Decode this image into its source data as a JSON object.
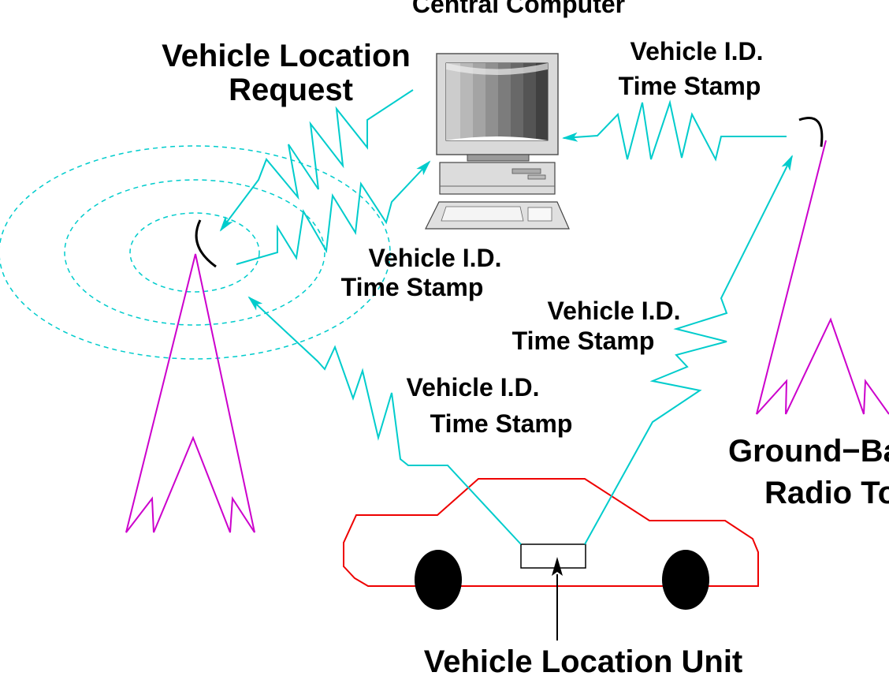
{
  "labels": {
    "central_computer": "Central Computer",
    "location_request_line1": "Vehicle Location",
    "location_request_line2": "Request",
    "tower_link_id": "Vehicle I.D.",
    "tower_link_ts": "Time Stamp",
    "left_return_id": "Vehicle I.D.",
    "left_return_ts": "Time Stamp",
    "car_right_id": "Vehicle I.D.",
    "car_right_ts": "Time Stamp",
    "car_left_id": "Vehicle I.D.",
    "car_left_ts": "Time Stamp",
    "ground_based_line1": "Ground−Based",
    "ground_based_line2": "Radio Towers",
    "vehicle_location_unit": "Vehicle Location Unit"
  },
  "colors": {
    "signal": "#00cccc",
    "tower": "#cc00cc",
    "car": "#ee0000",
    "text": "#000000"
  }
}
